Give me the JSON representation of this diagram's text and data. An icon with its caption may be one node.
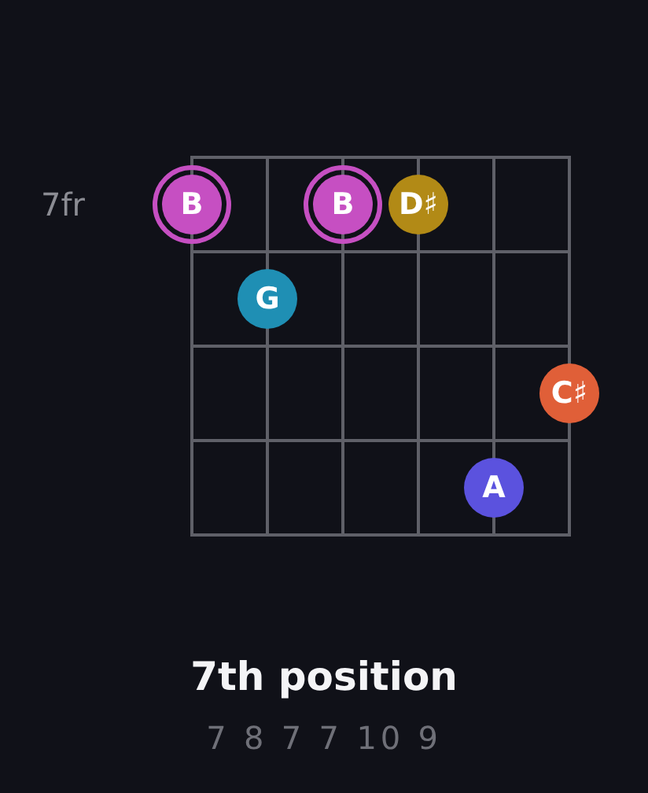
{
  "diagram": {
    "title": "7th position",
    "caption": "7 8 7 7 10 9",
    "nodes": [
      {
        "text": [
          "B"
        ]
      },
      {
        "text": [
          "B"
        ]
      },
      {
        "text": [
          "D♯"
        ]
      },
      {
        "text": [
          "G"
        ]
      },
      {
        "text": [
          "C♯"
        ]
      },
      {
        "text": [
          "A"
        ]
      }
    ],
    "labels": [
      "7fr"
    ]
  }
}
